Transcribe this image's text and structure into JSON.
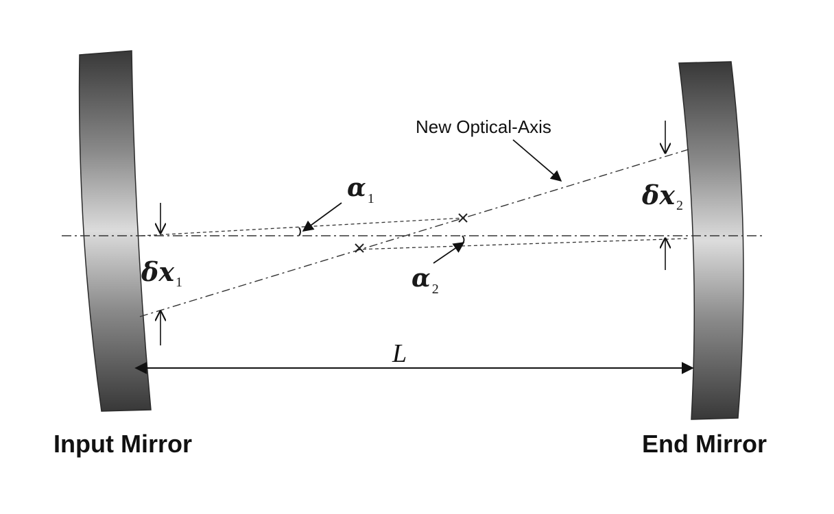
{
  "labels": {
    "input_mirror": "Input Mirror",
    "end_mirror": "End Mirror",
    "new_optical_axis": "New Optical-Axis",
    "cavity_length": "L",
    "alpha1_symbol": "α",
    "alpha1_subscript": "1",
    "alpha2_symbol": "α",
    "alpha2_subscript": "2",
    "dx1_symbol": "δx",
    "dx1_subscript": "1",
    "dx2_symbol": "δx",
    "dx2_subscript": "2"
  },
  "colors": {
    "mirror_dark": "#3a3a3a",
    "mirror_light": "#d6d6d6",
    "line": "#222222"
  }
}
